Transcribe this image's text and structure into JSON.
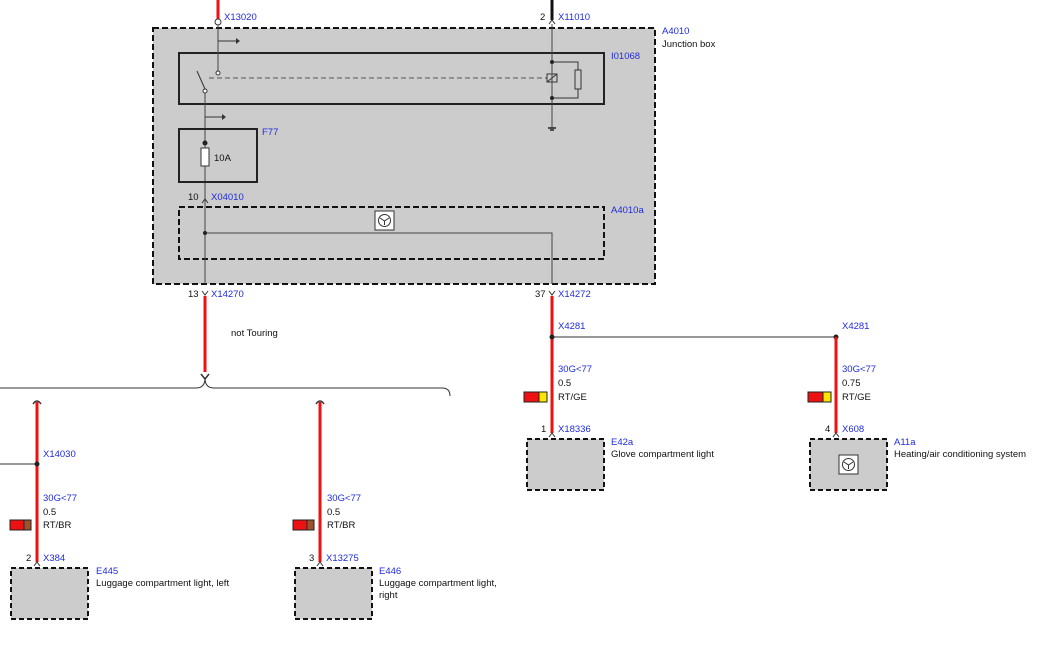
{
  "junction_box": {
    "connector_top_left": "X13020",
    "pin_top_right": "2",
    "connector_top_right": "X11010",
    "id": "A4010",
    "name": "Junction box",
    "relay_id": "I01068",
    "fuse_id": "F77",
    "fuse_rating": "10A",
    "internal_pin": "10",
    "internal_connector": "X04010",
    "module_id": "A4010a",
    "out_left_pin": "13",
    "out_left_connector": "X14270",
    "out_right_pin": "37",
    "out_right_connector": "X14272"
  },
  "variant_note": "not Touring",
  "splice_left": "X14030",
  "splice_right": "X4281",
  "splice_right_2": "X4281",
  "wires": {
    "w1": {
      "circuit": "30G<77",
      "size": "0.5",
      "color_code": "RT/BR",
      "swatch": [
        "#ee1111",
        "#a0522d"
      ]
    },
    "w2": {
      "circuit": "30G<77",
      "size": "0.5",
      "color_code": "RT/BR",
      "swatch": [
        "#ee1111",
        "#a0522d"
      ]
    },
    "w3": {
      "circuit": "30G<77",
      "size": "0.5",
      "color_code": "RT/GE",
      "swatch": [
        "#ee1111",
        "#ffe600"
      ]
    },
    "w4": {
      "circuit": "30G<77",
      "size": "0.75",
      "color_code": "RT/GE",
      "swatch": [
        "#ee1111",
        "#ffe600"
      ]
    }
  },
  "components": {
    "e445": {
      "pin": "2",
      "connector": "X384",
      "id": "E445",
      "name_line1": "Luggage compartment light, left"
    },
    "e446": {
      "pin": "3",
      "connector": "X13275",
      "id": "E446",
      "name_line1": "Luggage compartment light,",
      "name_line2": "right"
    },
    "e42a": {
      "pin": "1",
      "connector": "X18336",
      "id": "E42a",
      "name_line1": "Glove compartment light"
    },
    "a11a": {
      "pin": "4",
      "connector": "X608",
      "id": "A11a",
      "name_line1": "Heating/air conditioning system"
    }
  },
  "colors": {
    "wire_red": "#ee1111",
    "box_fill": "#cccccc",
    "label_blue": "#1f2be0",
    "ground_black": "#111111"
  }
}
